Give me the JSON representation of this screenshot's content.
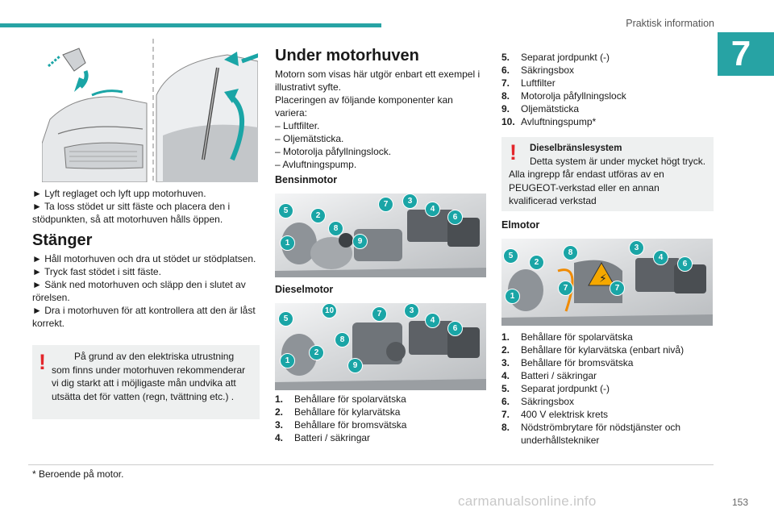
{
  "header": {
    "section_title": "Praktisk information",
    "chapter_number": "7",
    "page_number": "153"
  },
  "col1": {
    "hood_steps": [
      "► Lyft reglaget och lyft upp motorhuven.",
      "► Ta loss stödet ur sitt fäste och placera den i stödpunkten, så att motorhuven hålls öppen."
    ],
    "stanger_heading": "Stänger",
    "stanger_steps": [
      "► Håll motorhuven och dra ut stödet ur stödplatsen.",
      "► Tryck fast stödet i sitt fäste.",
      "► Sänk ned motorhuven och släpp den i slutet av rörelsen.",
      "► Dra i motorhuven för att kontrollera att den är låst korrekt."
    ],
    "warning_text": "På grund av den elektriska utrustning som finns under motorhuven rekommenderar vi dig starkt att i möjligaste mån undvika att utsätta det för vatten (regn, tvättning etc.) ."
  },
  "col2": {
    "heading": "Under motorhuven",
    "intro": [
      "Motorn som visas här utgör enbart ett exempel i illustrativt syfte.",
      "Placeringen av följande komponenter kan variera:",
      "– Luftfilter.",
      "– Oljemätsticka.",
      "– Motorolja påfyllningslock.",
      "– Avluftningspump."
    ],
    "bensin_label": "Bensinmotor",
    "diesel_label": "Dieselmotor",
    "bensin_badges": [
      "5",
      "2",
      "8",
      "1",
      "9",
      "7",
      "3",
      "4",
      "6"
    ],
    "diesel_badges": [
      "5",
      "10",
      "8",
      "2",
      "1",
      "9",
      "7",
      "3",
      "4",
      "6"
    ],
    "items": [
      {
        "n": "1.",
        "t": "Behållare för spolarvätska"
      },
      {
        "n": "2.",
        "t": "Behållare för kylarvätska"
      },
      {
        "n": "3.",
        "t": "Behållare för bromsvätska"
      },
      {
        "n": "4.",
        "t": "Batteri / säkringar"
      }
    ]
  },
  "col3": {
    "items": [
      {
        "n": "5.",
        "t": "Separat jordpunkt (-)"
      },
      {
        "n": "6.",
        "t": "Säkringsbox"
      },
      {
        "n": "7.",
        "t": "Luftfilter"
      },
      {
        "n": "8.",
        "t": "Motorolja påfyllningslock"
      },
      {
        "n": "9.",
        "t": "Oljemätsticka"
      },
      {
        "n": "10.",
        "t": "Avluftningspump*"
      }
    ],
    "warning_title": "Dieselbränslesystem",
    "warning_text_1": "Detta system är under mycket högt tryck.",
    "warning_text_2": "Alla ingrepp får endast utföras av en PEUGEOT-verkstad eller en annan kvalificerad verkstad",
    "elmotor_label": "Elmotor",
    "elmotor_badges": [
      "5",
      "2",
      "8",
      "3",
      "4",
      "6",
      "1",
      "7",
      "7"
    ],
    "elmotor_items": [
      {
        "n": "1.",
        "t": "Behållare för spolarvätska"
      },
      {
        "n": "2.",
        "t": "Behållare för kylarvätska (enbart nivå)"
      },
      {
        "n": "3.",
        "t": "Behållare för bromsvätska"
      },
      {
        "n": "4.",
        "t": "Batteri / säkringar"
      },
      {
        "n": "5.",
        "t": "Separat jordpunkt (-)"
      },
      {
        "n": "6.",
        "t": "Säkringsbox"
      },
      {
        "n": "7.",
        "t": "400 V elektrisk krets"
      },
      {
        "n": "8.",
        "t": "Nödströmbrytare för nödstjänster och underhållstekniker"
      }
    ]
  },
  "footnote": "* Beroende på motor.",
  "watermark": "carmanualsonline.info",
  "colors": {
    "accent": "#27a3a4",
    "warning_red": "#e3262b",
    "box_bg": "#eef0f0"
  }
}
